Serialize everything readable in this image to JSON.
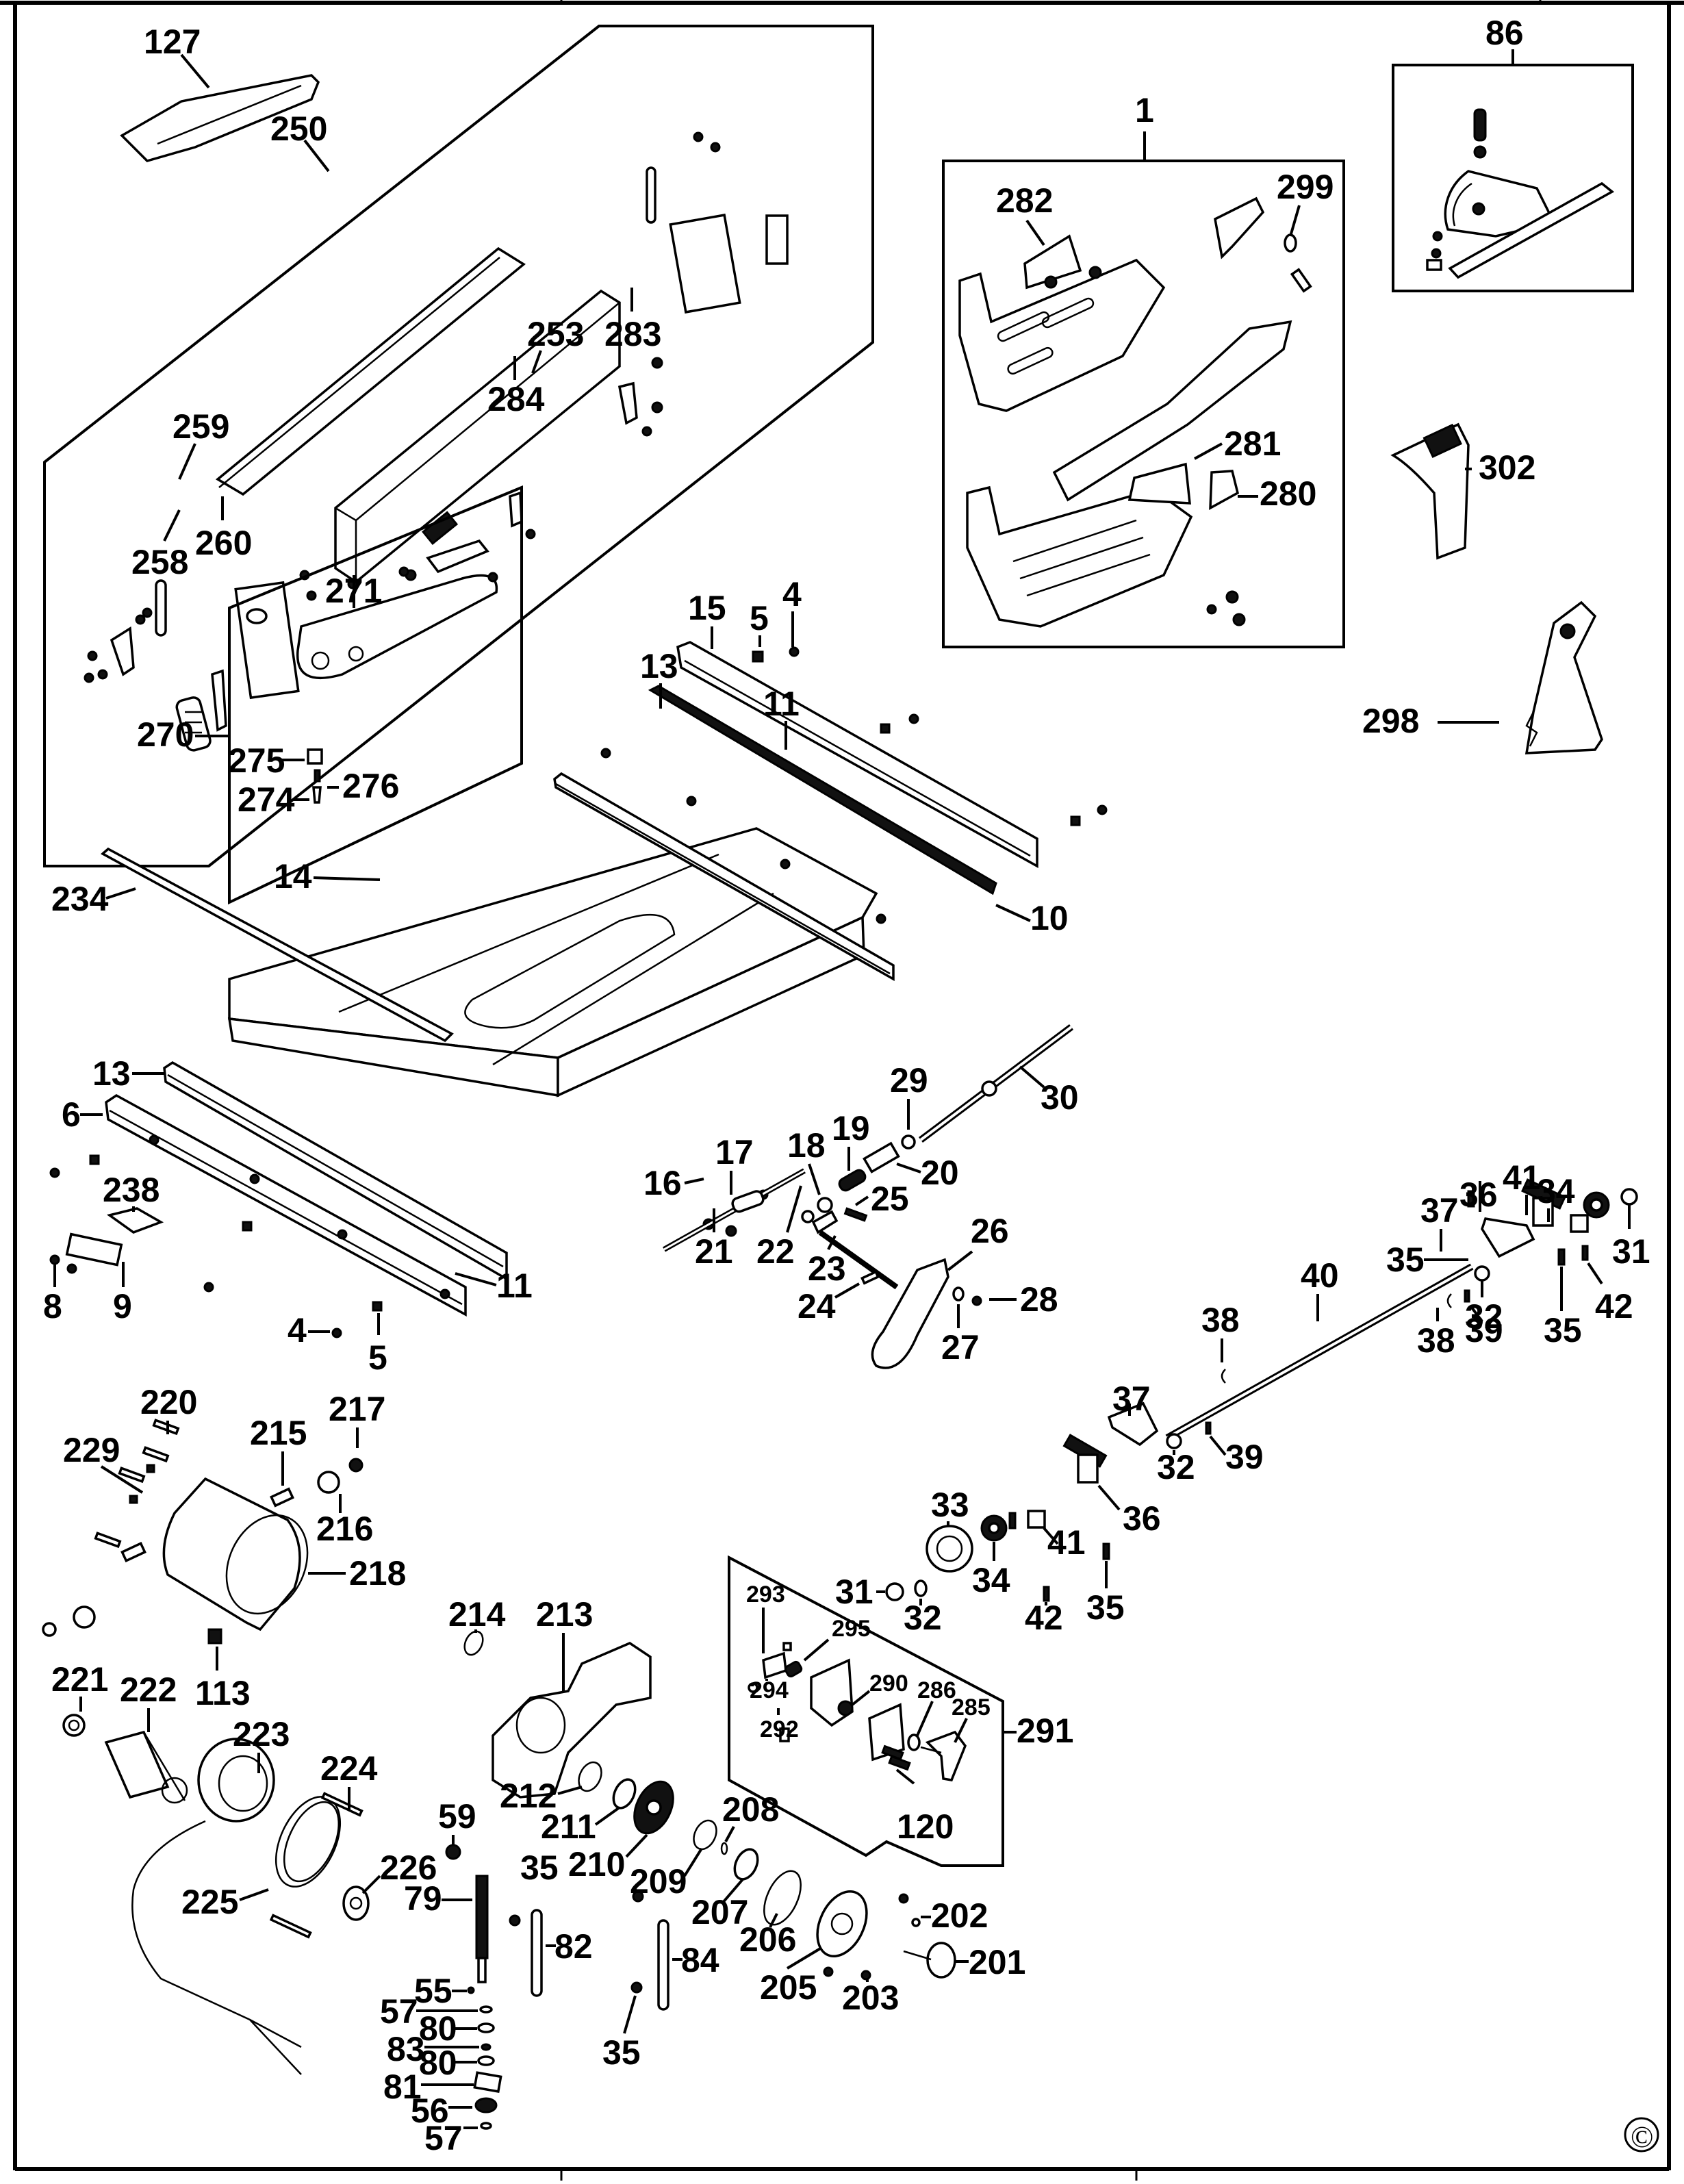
{
  "diagram": {
    "type": "exploded-parts-diagram",
    "subject": "table saw",
    "copyright_symbol": "©",
    "groups": [
      {
        "id": "250",
        "label": "250",
        "contains": [
          "253",
          "258",
          "259",
          "260",
          "283",
          "284"
        ]
      },
      {
        "id": "270",
        "label": "270",
        "contains": [
          "271",
          "274",
          "275",
          "276"
        ]
      },
      {
        "id": "1",
        "label": "1",
        "contains": [
          "280",
          "281",
          "282",
          "299"
        ]
      },
      {
        "id": "86",
        "label": "86",
        "contains": []
      },
      {
        "id": "291",
        "label": "291",
        "contains": [
          "285",
          "286",
          "290",
          "292",
          "293",
          "294",
          "295"
        ]
      }
    ],
    "labels": {
      "l127": "127",
      "l250": "250",
      "l253": "253",
      "l283": "283",
      "l284": "284",
      "l259": "259",
      "l258": "258",
      "l260": "260",
      "l1": "1",
      "l282": "282",
      "l299": "299",
      "l281": "281",
      "l280": "280",
      "l86": "86",
      "l302": "302",
      "l298": "298",
      "l271": "271",
      "l270": "270",
      "l275": "275",
      "l276": "276",
      "l274": "274",
      "l15": "15",
      "l5a": "5",
      "l4a": "4",
      "l13a": "13",
      "l11a": "11",
      "l10": "10",
      "l234": "234",
      "l14": "14",
      "l13b": "13",
      "l6": "6",
      "l238": "238",
      "l8": "8",
      "l9": "9",
      "l11b": "11",
      "l4b": "4",
      "l5b": "5",
      "l29": "29",
      "l30": "30",
      "l18": "18",
      "l19": "19",
      "l20": "20",
      "l16": "16",
      "l17": "17",
      "l21": "21",
      "l22": "22",
      "l23": "23",
      "l25": "25",
      "l24": "24",
      "l26": "26",
      "l27": "27",
      "l28": "28",
      "l41a": "41",
      "l36a": "36",
      "l34a": "34",
      "l37a": "37",
      "l35a": "35",
      "l31a": "31",
      "l32a": "32",
      "l42a": "42",
      "l35b": "35",
      "l40": "40",
      "l38a": "38",
      "l38b": "38",
      "l39a": "39",
      "l37b": "37",
      "l32b": "32",
      "l39b": "39",
      "l36b": "36",
      "l33": "33",
      "l34b": "34",
      "l41b": "41",
      "l31b": "31",
      "l32c": "32",
      "l42b": "42",
      "l35c": "35",
      "l220": "220",
      "l229": "229",
      "l215": "215",
      "l217": "217",
      "l216": "216",
      "l218": "218",
      "l113": "113",
      "l221": "221",
      "l222": "222",
      "l223": "223",
      "l224": "224",
      "l225": "225",
      "l226": "226",
      "l214": "214",
      "l213": "213",
      "l212": "212",
      "l211": "211",
      "l210": "210",
      "l209": "209",
      "l208": "208",
      "l207": "207",
      "l206": "206",
      "l205": "205",
      "l203": "203",
      "l202": "202",
      "l201": "201",
      "l59": "59",
      "l35d": "35",
      "l79": "79",
      "l82": "82",
      "l84": "84",
      "l35e": "35",
      "l55": "55",
      "l57a": "57",
      "l80a": "80",
      "l83": "83",
      "l80b": "80",
      "l81": "81",
      "l56": "56",
      "l57b": "57",
      "l293": "293",
      "l295": "295",
      "l294": "294",
      "l292": "292",
      "l290": "290",
      "l286": "286",
      "l285": "285",
      "l291": "291",
      "l120": "120"
    }
  }
}
